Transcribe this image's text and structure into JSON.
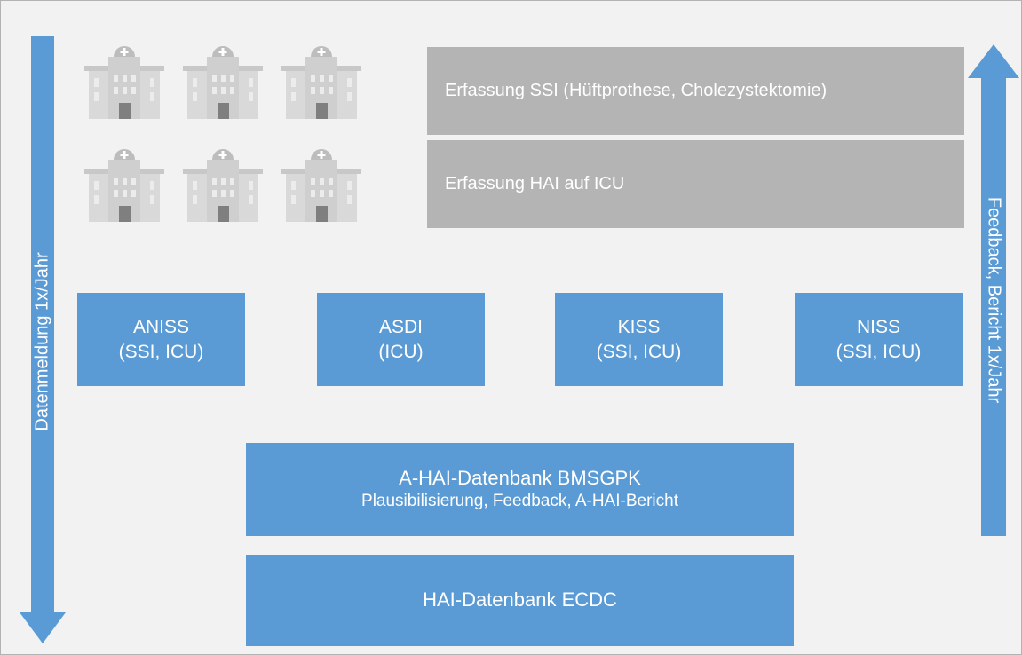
{
  "left_arrow": {
    "label": "Datenmeldung 1x/Jahr",
    "color": "#5b9bd5",
    "direction": "down"
  },
  "right_arrow": {
    "label": "Feedback, Bericht 1x/Jahr",
    "color": "#5b9bd5",
    "direction": "up"
  },
  "hospitals": {
    "icon": "hospital-icon",
    "count": 6,
    "color": "#c8c8c8"
  },
  "capture_bars": [
    {
      "label": "Erfassung SSI (Hüftprothese, Cholezystektomie)"
    },
    {
      "label": "Erfassung HAI auf ICU"
    }
  ],
  "networks": [
    {
      "name": "ANISS",
      "scope": "(SSI, ICU)"
    },
    {
      "name": "ASDI",
      "scope": "(ICU)"
    },
    {
      "name": "KISS",
      "scope": "(SSI, ICU)"
    },
    {
      "name": "NISS",
      "scope": "(SSI, ICU)"
    }
  ],
  "national_db": {
    "title": "A-HAI-Datenbank BMSGPK",
    "subtitle": "Plausibilisierung, Feedback, A-HAI-Bericht"
  },
  "ecdc_db": {
    "title": "HAI-Datenbank ECDC"
  },
  "colors": {
    "box_blue": "#5b9bd5",
    "bar_gray": "#b4b4b4",
    "background": "#f2f2f2"
  }
}
